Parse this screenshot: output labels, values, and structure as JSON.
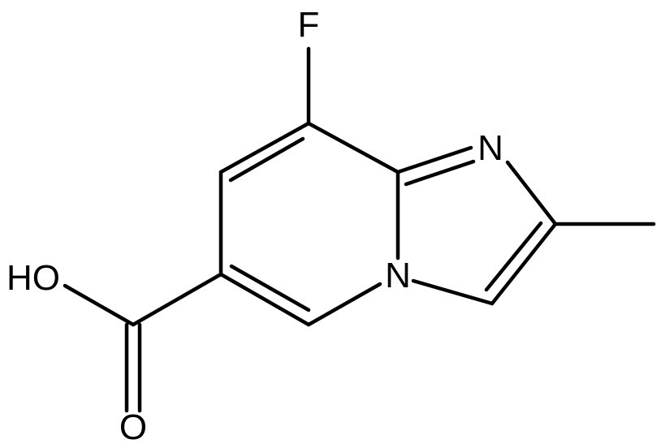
{
  "atoms": {
    "fluorine": "F",
    "imidazole_nitrogen": "N",
    "bridgehead_nitrogen": "N",
    "hydroxyl": "HO",
    "carbonyl_oxygen": "O"
  }
}
